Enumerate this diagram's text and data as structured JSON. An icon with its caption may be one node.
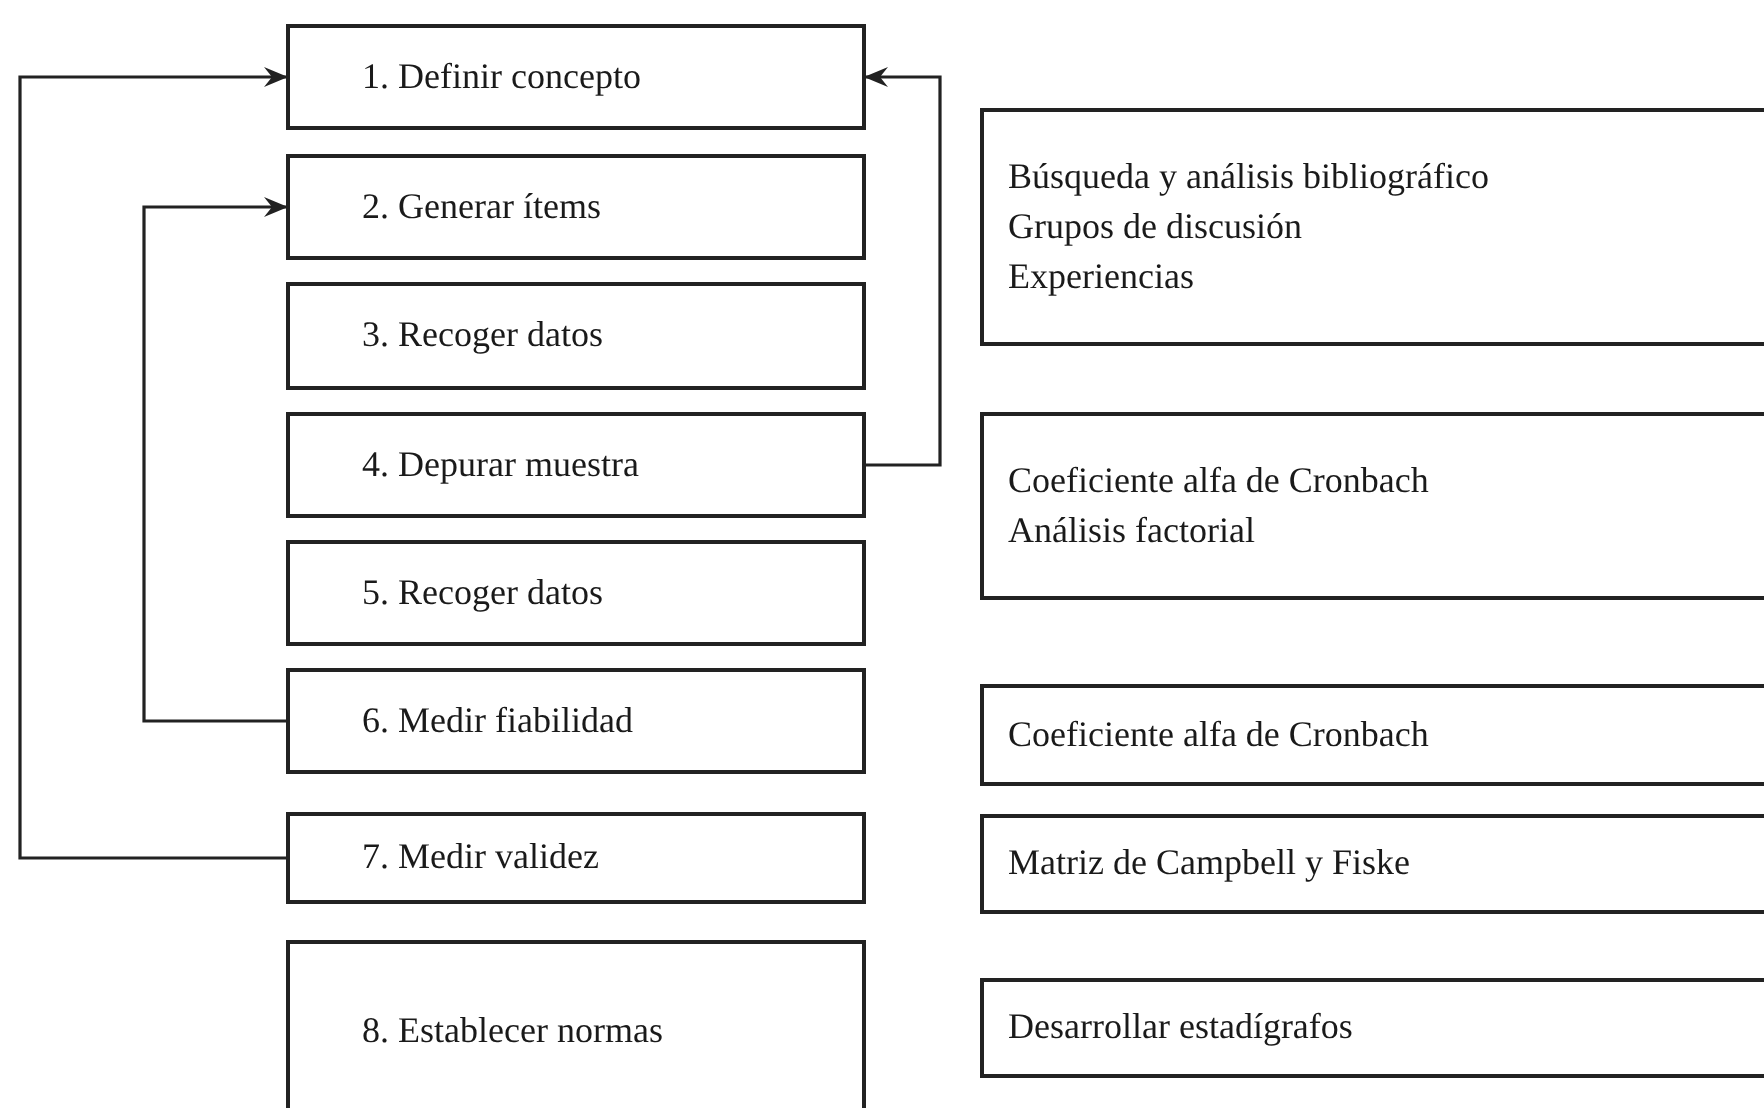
{
  "diagram": {
    "nodes": [
      {
        "text": [
          "1. Definir concepto"
        ]
      },
      {
        "text": [
          "2. Generar ítems"
        ]
      },
      {
        "text": [
          "3. Recoger datos"
        ]
      },
      {
        "text": [
          "4. Depurar muestra"
        ]
      },
      {
        "text": [
          "5. Recoger datos"
        ]
      },
      {
        "text": [
          "6. Medir fiabilidad"
        ]
      },
      {
        "text": [
          "7. Medir validez"
        ]
      },
      {
        "text": [
          "8. Establecer normas"
        ]
      },
      {
        "text": [
          "Búsqueda y análisis bibliográfico",
          "Grupos de discusión",
          "Experiencias"
        ]
      },
      {
        "text": [
          "Coeficiente alfa de Cronbach",
          "Análisis factorial"
        ]
      },
      {
        "text": [
          "Coeficiente alfa de Cronbach"
        ]
      },
      {
        "text": [
          "Matriz de Campbell y Fiske"
        ]
      },
      {
        "text": [
          "Desarrollar estadígrafos"
        ]
      }
    ],
    "edges": [
      {
        "from": 6,
        "to": 0,
        "arrow": "to"
      },
      {
        "from": 5,
        "to": 1,
        "arrow": "to"
      },
      {
        "from": 3,
        "to": 0,
        "arrow": "to"
      }
    ]
  }
}
